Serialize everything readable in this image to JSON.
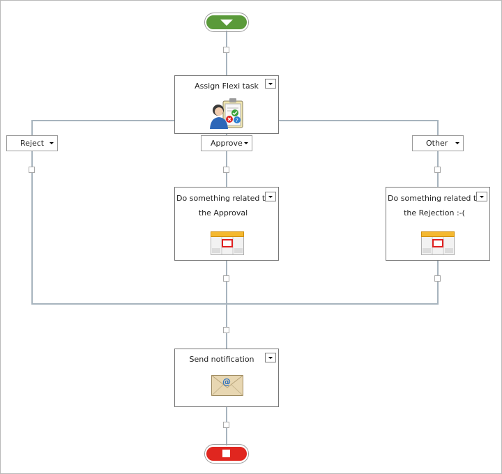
{
  "start_icon": "start-arrow-icon",
  "end_icon": "stop-square-icon",
  "colors": {
    "start": "#5a9a3a",
    "end": "#e0261f",
    "wire": "#a7b4be"
  },
  "nodes": {
    "assign": {
      "title": "Assign Flexi task",
      "icon": "flexi-task-icon"
    },
    "approval": {
      "line1": "Do something related to",
      "line2": "the Approval",
      "icon": "run-parallel-icon"
    },
    "rejection": {
      "line1": "Do something related to",
      "line2": "the Rejection :-(",
      "icon": "run-parallel-icon"
    },
    "notify": {
      "title": "Send notification",
      "icon": "email-envelope-icon"
    }
  },
  "branches": {
    "reject": "Reject",
    "approve": "Approve",
    "other": "Other"
  }
}
